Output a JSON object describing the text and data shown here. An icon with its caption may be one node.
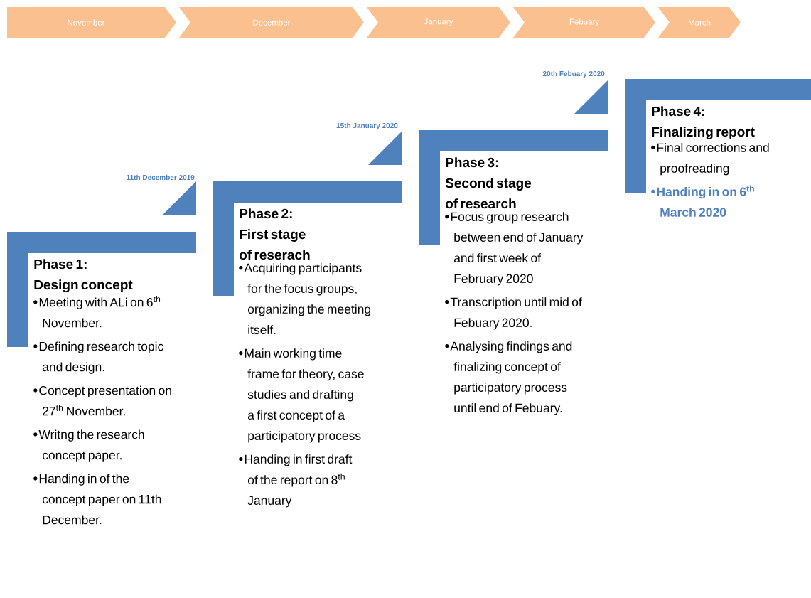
{
  "diagram": {
    "nodes": [
      {
        "text": [
          "November"
        ]
      },
      {
        "text": [
          "December"
        ]
      },
      {
        "text": [
          "January"
        ]
      },
      {
        "text": [
          "Febuary"
        ]
      },
      {
        "text": [
          "March"
        ]
      },
      {
        "text": [
          "Phase 1: Design concept",
          "Meeting with ALi on 6$^{th}$ November.",
          "Defining research topic and design.",
          "Concept presentation on 27$^{th}$ November.",
          "Writng the research  concept paper.",
          "Handing in of the concept paper on 11th December."
        ]
      },
      {
        "text": [
          "Phase 2: First stage of reserach",
          "Acquiring participants for the focus groups, organizing the meeting itself.",
          "Main working time frame for theory, case studies and drafting a first concept of a participatory process",
          "Handing in first draft of the report on 8$^{th}$ January"
        ]
      },
      {
        "text": [
          "Phase 3: Second stage of research",
          "Focus group research between end of January and first week of February 2020",
          "Transcription until mid of Febuary 2020.",
          "Analysing findings and finalizing concept of participatory process until end of Febuary."
        ]
      },
      {
        "text": [
          "Phase 4: Finalizing report",
          "Final corrections and proofreading",
          "Handing in on 6$^{th}$ March 2020"
        ]
      }
    ],
    "labels": [
      "20th Febuary 2020",
      "15th January 2020",
      "11th December 2019"
    ]
  }
}
